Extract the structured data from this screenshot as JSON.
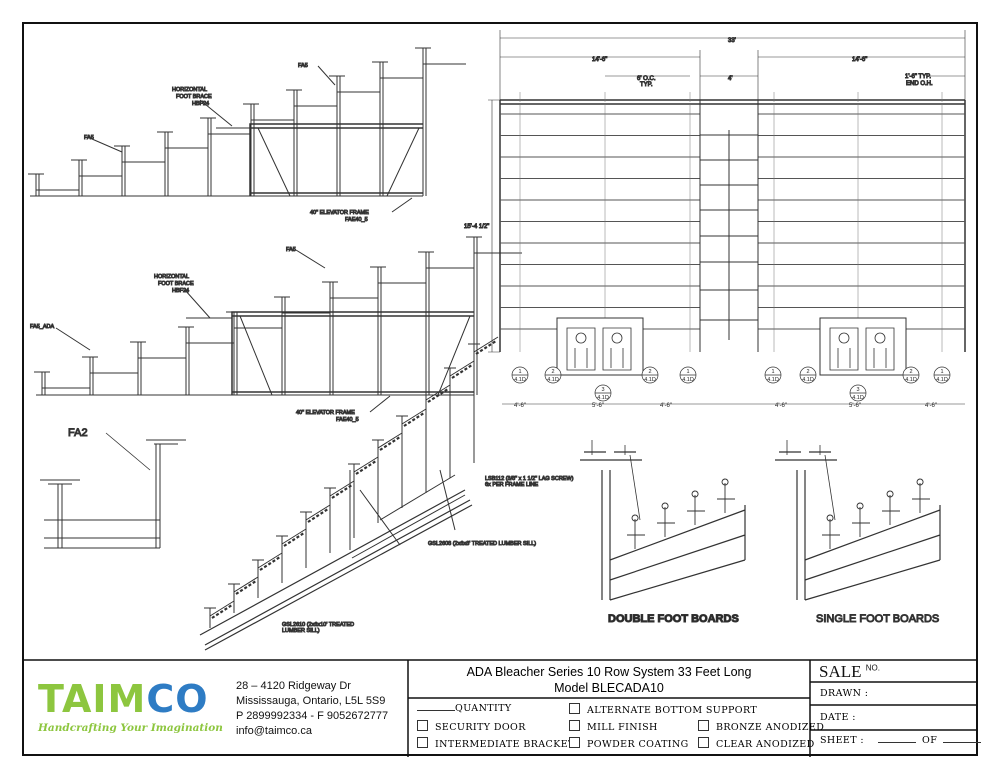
{
  "drawing": {
    "side_elevation_top": {
      "brace_label": [
        "HORIZONTAL",
        "FOOT BRACE",
        "HBF24"
      ],
      "fa5_left": "FA5",
      "fa5_right": "FA5",
      "frame_label": [
        "40\" ELEVATOR FRAME",
        "FAE40_5"
      ]
    },
    "side_elevation_ada": {
      "brace_label": [
        "HORIZONTAL",
        "FOOT BRACE",
        "HBF24"
      ],
      "fa5_ada": "FA5_ADA",
      "fa5": "FA5",
      "frame_label": [
        "40\" ELEVATOR FRAME",
        "FAE40_5"
      ]
    },
    "detail_fa2": {
      "label": "FA2"
    },
    "isometric": {
      "lag_screw": [
        "LSB112 (3/8\" x 1 1/2\" LAG SCREW)",
        "6x PER FRAME LINE"
      ],
      "sill_8": "GSL2608 (2x6x8' TREATED LUMBER SILL)",
      "sill_10": [
        "GSL2610 (2x6x10' TREATED",
        "LUMBER SILL)"
      ]
    },
    "plan_view": {
      "overall": "33'",
      "half_left": "14'-6\"",
      "half_right": "14'-6\"",
      "spacing": [
        "6' O.C.",
        "TYP."
      ],
      "gap": "4'",
      "overhang": [
        "1'-6\" TYP.",
        "END O.H."
      ],
      "depth": "15'-4 1/2\"",
      "bottom_dims": [
        "4'-6\"",
        "5'-6\"",
        "4'-6\"",
        "4'-6\"",
        "5'-6\"",
        "4'-6\""
      ],
      "callouts": [
        {
          "num": "1",
          "ref": "4.1D"
        },
        {
          "num": "2",
          "ref": "4.1D"
        },
        {
          "num": "3",
          "ref": "4.1D"
        },
        {
          "num": "2",
          "ref": "4.1D"
        },
        {
          "num": "1",
          "ref": "4.1D"
        },
        {
          "num": "1",
          "ref": "4.1D"
        },
        {
          "num": "2",
          "ref": "4.1D"
        },
        {
          "num": "3",
          "ref": "4.1D"
        },
        {
          "num": "2",
          "ref": "4.1D"
        },
        {
          "num": "1",
          "ref": "4.1D"
        }
      ]
    },
    "foot_boards": {
      "double": "DOUBLE FOOT BOARDS",
      "single": "SINGLE FOOT BOARDS"
    }
  },
  "title_block": {
    "logo": {
      "word": "TAIMCO",
      "tagline": "Handcrafting Your Imagination",
      "green": "#8dc63f",
      "blue": "#2e7cc4"
    },
    "address": [
      "28 – 4120 Ridgeway Dr",
      "Mississauga, Ontario, L5L 5S9",
      "P 2899992334 - F 9052672777",
      "info@taimco.ca"
    ],
    "title": "ADA Bleacher Series 10 Row System 33 Feet Long",
    "model": "Model BLECADA10",
    "quantity_label": "QUANTITY",
    "options": {
      "security_door": "SECURITY DOOR",
      "intermediate_bracket": "INTERMEDIATE BRACKET",
      "alternate_bottom_support": "ALTERNATE BOTTOM SUPPORT",
      "mill_finish": "MILL FINISH",
      "powder_coating": "POWDER COATING",
      "bronze_anodized": "BRONZE ANODIZED",
      "clear_anodized": "CLEAR ANODIZED"
    },
    "sale_label": "SALE",
    "sale_no": "NO.",
    "drawn_label": "DRAWN :",
    "date_label": "DATE :",
    "sheet_label": "SHEET :",
    "of_label": "OF"
  }
}
